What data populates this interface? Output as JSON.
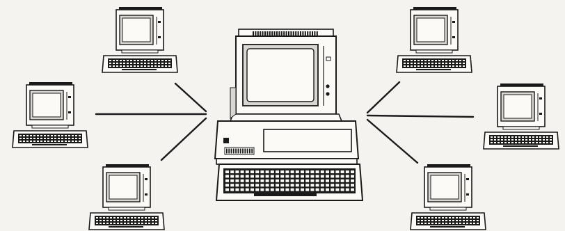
{
  "diagram": {
    "type": "network-illustration",
    "nodes": [
      {
        "id": "host",
        "kind": "host-computer",
        "icon": "desktop-computer-icon"
      },
      {
        "id": "ws-top-left",
        "kind": "terminal",
        "icon": "computer-terminal-icon"
      },
      {
        "id": "ws-mid-left",
        "kind": "terminal",
        "icon": "computer-terminal-icon"
      },
      {
        "id": "ws-bottom-left",
        "kind": "terminal",
        "icon": "computer-terminal-icon"
      },
      {
        "id": "ws-top-right",
        "kind": "terminal",
        "icon": "computer-terminal-icon"
      },
      {
        "id": "ws-mid-right",
        "kind": "terminal",
        "icon": "computer-terminal-icon"
      },
      {
        "id": "ws-bottom-right",
        "kind": "terminal",
        "icon": "computer-terminal-icon"
      }
    ],
    "links": [
      {
        "from": "ws-top-left",
        "to": "host"
      },
      {
        "from": "ws-mid-left",
        "to": "host"
      },
      {
        "from": "ws-bottom-left",
        "to": "host"
      },
      {
        "from": "ws-top-right",
        "to": "host"
      },
      {
        "from": "ws-mid-right",
        "to": "host"
      },
      {
        "from": "ws-bottom-right",
        "to": "host"
      }
    ],
    "colors": {
      "background": "#f4f3f0",
      "ink": "#1a1a1a",
      "paper": "#fbfaf7",
      "shade": "#d9d7d2"
    }
  }
}
